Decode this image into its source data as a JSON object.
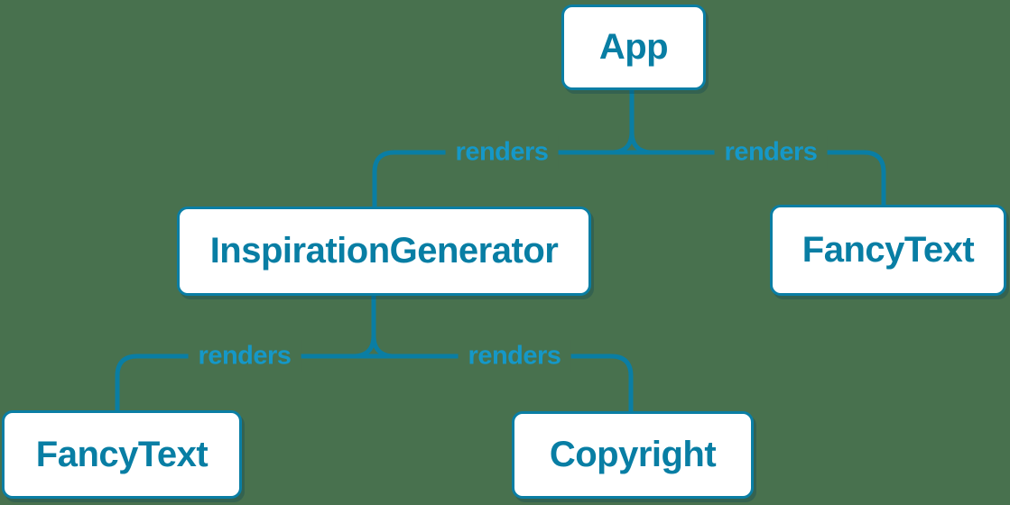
{
  "diagram": {
    "type": "component-tree",
    "nodes": [
      {
        "id": "app",
        "label": "App"
      },
      {
        "id": "inspiration-generator",
        "label": "InspirationGenerator"
      },
      {
        "id": "fancytext-right",
        "label": "FancyText"
      },
      {
        "id": "fancytext-left",
        "label": "FancyText"
      },
      {
        "id": "copyright",
        "label": "Copyright"
      }
    ],
    "edges": [
      {
        "from": "App",
        "to": "InspirationGenerator",
        "label": "renders"
      },
      {
        "from": "App",
        "to": "FancyText",
        "label": "renders"
      },
      {
        "from": "InspirationGenerator",
        "to": "FancyText",
        "label": "renders"
      },
      {
        "from": "InspirationGenerator",
        "to": "Copyright",
        "label": "renders"
      }
    ],
    "colors": {
      "background": "#48714E",
      "line": "#0A7EA4",
      "node_border": "#0A7EA4",
      "node_text": "#087EA4",
      "node_bg": "#FFFFFF",
      "edge_label": "#1598C8"
    }
  }
}
